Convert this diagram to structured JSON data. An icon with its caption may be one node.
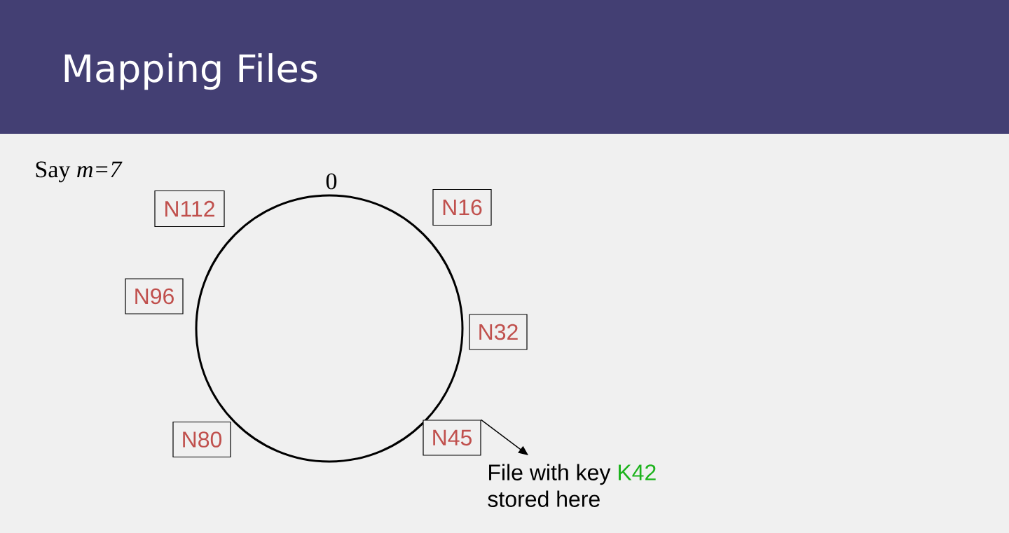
{
  "diagram": {
    "title": "Mapping Files",
    "nodes": [
      {
        "text": [
          "N112"
        ]
      },
      {
        "text": [
          "N16"
        ]
      },
      {
        "text": [
          "N96"
        ]
      },
      {
        "text": [
          "N32"
        ]
      },
      {
        "text": [
          "N80"
        ]
      },
      {
        "text": [
          "N45"
        ]
      },
      {
        "text": [
          "File with key",
          "K42",
          "stored here"
        ]
      },
      {
        "text": [],
        "shape": "circle",
        "beside": [
          "0"
        ]
      }
    ],
    "edges": [
      {
        "from": 5,
        "to": 6,
        "arrow": "to"
      }
    ],
    "labels": [
      "Say *m=7*"
    ]
  }
}
